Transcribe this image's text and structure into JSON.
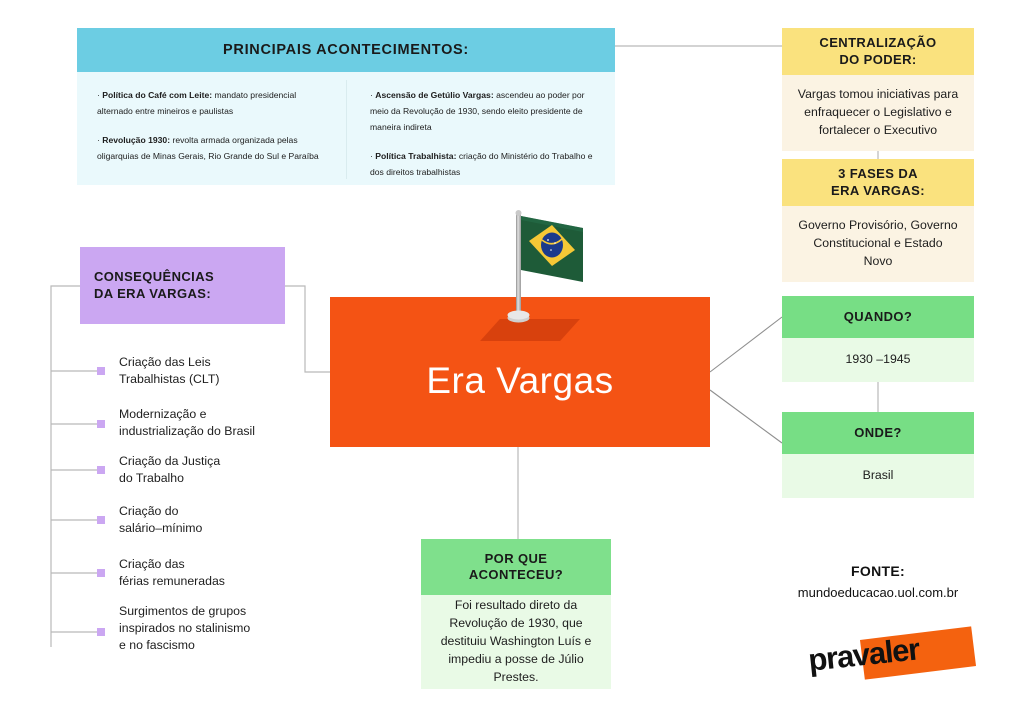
{
  "acontecimentos": {
    "header": "PRINCIPAIS ACONTECIMENTOS:",
    "left_items": [
      {
        "lead": "Política do Café com Leite:",
        "rest": " mandato presidencial alternado entre mineiros e paulistas"
      },
      {
        "lead": "Revolução 1930:",
        "rest": " revolta armada organizada pelas oligarquias de Minas Gerais, Rio Grande do Sul e Paraíba"
      }
    ],
    "right_items": [
      {
        "lead": "Ascensão de Getúlio Vargas:",
        "rest": " ascendeu ao poder por meio da Revolução de 1930, sendo eleito presidente de maneira indireta"
      },
      {
        "lead": "Política Trabalhista:",
        "rest": " criação do Ministério do Trabalho e dos direitos trabalhistas"
      }
    ]
  },
  "centralizacao": {
    "header": "CENTRALIZAÇÃO\nDO PODER:",
    "body": "Vargas tomou iniciativas para enfraquecer o Legislativo e fortalecer o Executivo"
  },
  "fases": {
    "header": "3 FASES DA\nERA VARGAS:",
    "body": "Governo Provisório, Governo Constitucional e Estado Novo"
  },
  "quando": {
    "header": "QUANDO?",
    "body": "1930 –1945"
  },
  "onde": {
    "header": "ONDE?",
    "body": "Brasil"
  },
  "consequencias": {
    "header": "CONSEQUÊNCIAS\nDA ERA VARGAS:",
    "items": [
      "Criação das Leis\nTrabalhistas (CLT)",
      "Modernização e\nindustrialização do Brasil",
      "Criação da Justiça\ndo Trabalho",
      "Criação do\nsalário–mínimo",
      "Criação das\nférias remuneradas",
      "Surgimentos de grupos\ninspirados no stalinismo\ne no fascismo"
    ]
  },
  "central": {
    "title": "Era Vargas",
    "flag_icon": "brazil-flag-icon"
  },
  "porque": {
    "header": "POR QUE\nACONTECEU?",
    "body": "Foi resultado direto da Revolução de 1930, que destituiu Washington Luís e impediu a posse de Júlio Prestes."
  },
  "fonte": {
    "label": "FONTE:",
    "url": "mundoeducacao.uol.com.br"
  },
  "logo": {
    "text": "pravaler"
  },
  "colors": {
    "blue_header": "#6CCDE3",
    "blue_body": "#EAF9FC",
    "yellow_header": "#FAE27E",
    "yellow_body": "#FBF3E3",
    "green_header": "#77DE85",
    "green_body": "#E9FAE6",
    "purple": "#CBA7F2",
    "orange": "#F45314",
    "logo_orange": "#F4620F",
    "connector": "#b9b9b9"
  }
}
